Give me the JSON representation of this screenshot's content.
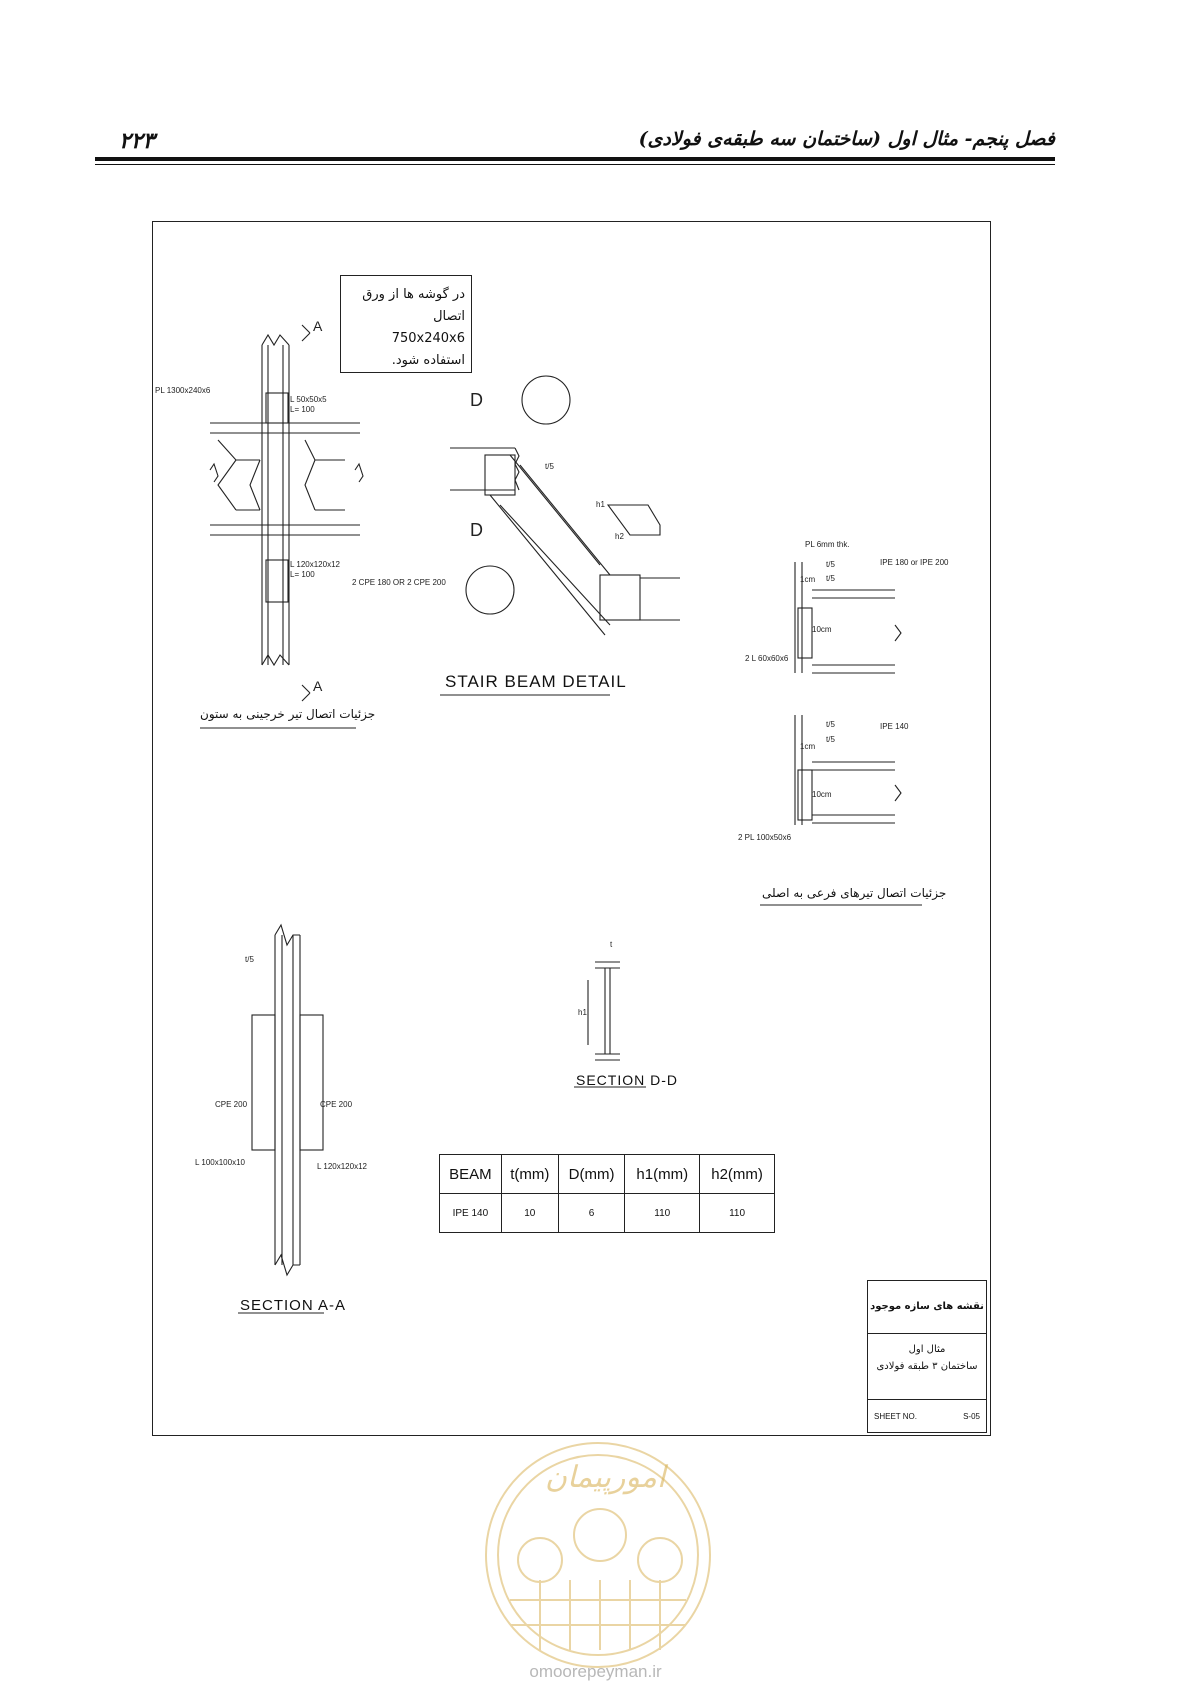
{
  "header": {
    "page_number": "۲۲۳",
    "chapter_title": "فصل پنجم- مثال اول (ساختمان سه طبقه‌ی فولادی)"
  },
  "note_box": {
    "line1": "در گوشه ها از ورق اتصال",
    "line2": "750x240x6 استفاده شود."
  },
  "beam_column_detail": {
    "section_marker_top": "A",
    "section_marker_bottom": "A",
    "plate_label": "PL 1300x240x6",
    "angle_top": "L 50x50x5",
    "angle_top_len": "L= 100",
    "angle_bottom": "L 120x120x12",
    "angle_bottom_len": "L= 100",
    "column_label": "2 CPE 180 OR 2 CPE 200",
    "title_fa": "جزئیات اتصال تیر خرجینی به ستون"
  },
  "stair_detail": {
    "section_marker_1": "D",
    "section_marker_2": "D",
    "weld_label": "t/5",
    "h1": "h1",
    "h2": "h2",
    "title": "STAIR BEAM DETAIL"
  },
  "secondary_beam_detail": {
    "plate_label": "PL 6mm thk.",
    "top_beam_label": "IPE 180 or IPE 200",
    "top_gap": "1cm",
    "top_weld_1": "t/5",
    "top_weld_2": "t/5",
    "top_len": "10cm",
    "top_angle": "2 L 60x60x6",
    "bottom_beam_label": "IPE 140",
    "bottom_gap": "1cm",
    "bottom_weld_1": "t/5",
    "bottom_weld_2": "t/5",
    "bottom_len": "10cm",
    "bottom_angle": "2 PL 100x50x6",
    "title_fa": "جزئیات اتصال تیرهای فرعی به اصلی"
  },
  "section_aa": {
    "left_column": "CPE 200",
    "right_column": "CPE 200",
    "left_angle": "L 100x100x10",
    "right_angle": "L 120x120x12",
    "weld": "t/5",
    "title": "SECTION A-A"
  },
  "section_dd": {
    "dim_t": "t",
    "dim_h": "h1",
    "title": "SECTION D-D"
  },
  "spec_table": {
    "headers": [
      "BEAM",
      "t(mm)",
      "D(mm)",
      "h1(mm)",
      "h2(mm)"
    ],
    "rows": [
      [
        "IPE 140",
        "10",
        "6",
        "110",
        "110"
      ]
    ]
  },
  "title_block": {
    "drawing_name": "نقشه های سازه موجود",
    "project_line1": "مثال اول",
    "project_line2": "ساختمان ۳ طبقه فولادی",
    "sheet_label": "SHEET NO.",
    "sheet_value": "S-05"
  },
  "watermark": {
    "brand_fa": "امورپیمان",
    "url": "omoorepeyman.ir"
  }
}
